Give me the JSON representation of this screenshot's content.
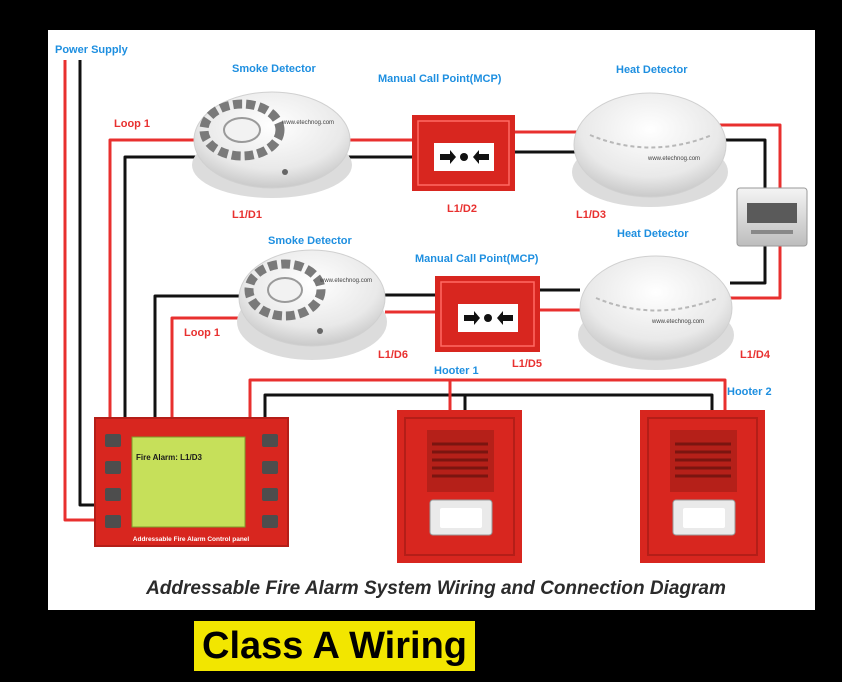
{
  "labels": {
    "power_supply": "Power Supply",
    "smoke_detector_top": "Smoke Detector",
    "mcp_top": "Manual Call Point(MCP)",
    "heat_detector_top": "Heat Detector",
    "loop_top": "Loop 1",
    "d1": "L1/D1",
    "d2": "L1/D2",
    "d3": "L1/D3",
    "smoke_detector_bottom": "Smoke Detector",
    "mcp_bottom": "Manual Call Point(MCP)",
    "heat_detector_bottom": "Heat Detector",
    "loop_bottom": "Loop 1",
    "d6": "L1/D6",
    "d5": "L1/D5",
    "d4": "L1/D4",
    "hooter1": "Hooter 1",
    "hooter2": "Hooter 2",
    "panel_screen": "Fire Alarm: L1/D3",
    "panel_footer": "Addressable Fire Alarm Control panel",
    "watermark": "www.etechnog.com"
  },
  "diagram_title": "Addressable Fire Alarm System Wiring and Connection Diagram",
  "caption": "Class A Wiring",
  "colors": {
    "wire_red": "#e8302f",
    "wire_black": "#111111",
    "label_blue": "#1e8fe0",
    "label_red": "#e8302f",
    "device_red": "#d8261f",
    "panel_screen": "#c6e05a"
  }
}
